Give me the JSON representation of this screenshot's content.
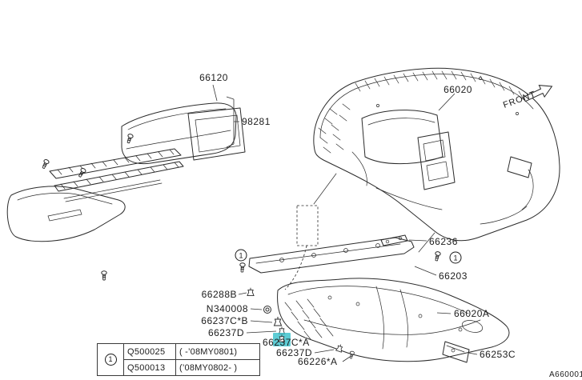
{
  "diagram": {
    "front_label": "FRONT",
    "doc_ref": "A660001",
    "callout_symbol": "1",
    "highlight_color": "#36bfc9"
  },
  "parts": [
    {
      "id": "66120",
      "label": "66120"
    },
    {
      "id": "98281",
      "label": "98281"
    },
    {
      "id": "66020",
      "label": "66020"
    },
    {
      "id": "66236",
      "label": "66236"
    },
    {
      "id": "66203",
      "label": "66203"
    },
    {
      "id": "66288B",
      "label": "66288B"
    },
    {
      "id": "N340008",
      "label": "N340008"
    },
    {
      "id": "66237C-B",
      "label": "66237C*B"
    },
    {
      "id": "66237D-1",
      "label": "66237D"
    },
    {
      "id": "66237C-A",
      "label": "66237C*A"
    },
    {
      "id": "66237D-2",
      "label": "66237D"
    },
    {
      "id": "66226-A",
      "label": "66226*A"
    },
    {
      "id": "66020A",
      "label": "66020A"
    },
    {
      "id": "66253C",
      "label": "66253C"
    }
  ],
  "applicability_table": {
    "symbol": "1",
    "rows": [
      {
        "part_no": "Q500025",
        "applicability": "( -’08MY0801)"
      },
      {
        "part_no": "Q500013",
        "applicability": "(’08MY0802- )"
      }
    ]
  }
}
